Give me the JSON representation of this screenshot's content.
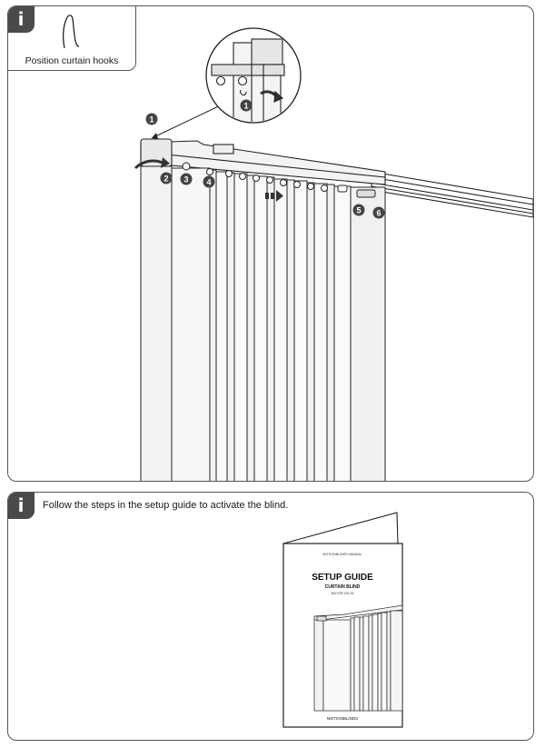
{
  "step1": {
    "badge": "i",
    "title": "Position curtain hooks",
    "callouts": [
      "1",
      "1",
      "2",
      "3",
      "4",
      "5",
      "6"
    ]
  },
  "step2": {
    "badge": "i",
    "instruction": "Follow the steps in the setup guide to activate the blind.",
    "booklet": {
      "header": "MOTIONBLINDS MANUAL",
      "title": "SETUP GUIDE",
      "subtitle": "CURTAIN BLIND",
      "model": "MOTOR CM-25",
      "brand": "MOTIONBLINDS"
    }
  },
  "colors": {
    "callout_fill": "#444444",
    "line": "#222222",
    "panel_border": "#555555"
  }
}
